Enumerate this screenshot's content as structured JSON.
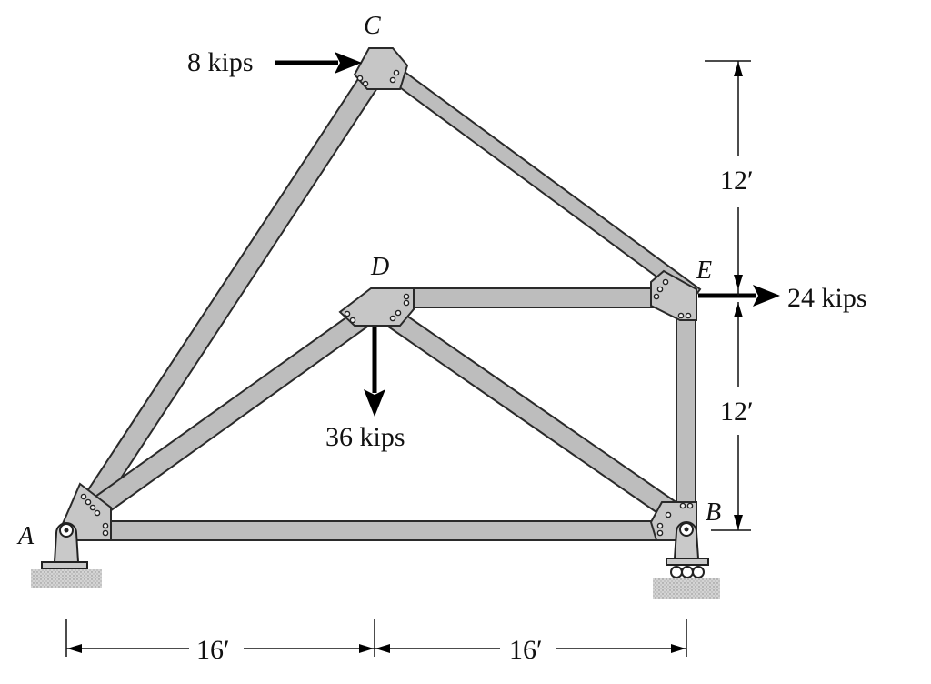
{
  "nodes": {
    "A": "A",
    "B": "B",
    "C": "C",
    "D": "D",
    "E": "E"
  },
  "loads": {
    "at_C": "8 kips",
    "at_D": "36 kips",
    "at_E": "24 kips"
  },
  "dimensions": {
    "horizontal_AD": "16′",
    "horizontal_DB": "16′",
    "vertical_EC": "12′",
    "vertical_BE": "12′"
  }
}
